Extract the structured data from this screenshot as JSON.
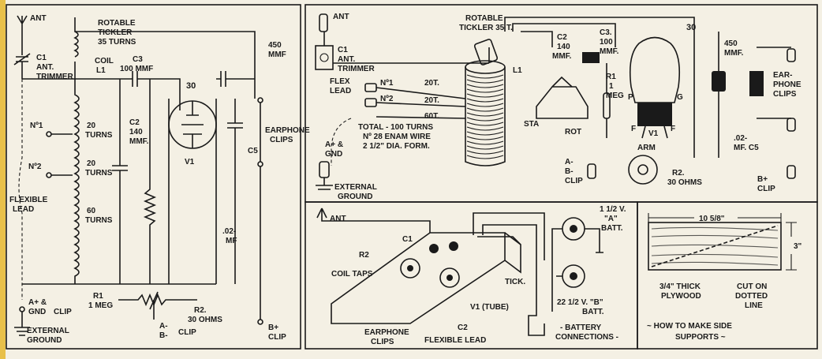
{
  "schematic": {
    "ant": "ANT",
    "tickler": [
      "ROTABLE",
      "TICKLER",
      "35 TURNS"
    ],
    "c1": [
      "C1",
      "ANT.",
      "TRIMMER"
    ],
    "coil": [
      "COIL",
      "L1"
    ],
    "c3": "C3",
    "c3_value": "100 MMF",
    "tube": "30",
    "c450": [
      "450",
      "MMF"
    ],
    "turns20a": [
      "20",
      "TURNS"
    ],
    "no1": "Nº1",
    "turns20b": [
      "20",
      "TURNS"
    ],
    "no2": "Nº2",
    "flexible": [
      "FLEXIBLE",
      "LEAD"
    ],
    "turns60": [
      "60",
      "TURNS"
    ],
    "c2": [
      "C2",
      "140",
      "MMF."
    ],
    "v1": "V1",
    "earphone": [
      "EARPHONE",
      "CLIPS"
    ],
    "c5": "C5",
    "c02": [
      ".02-",
      "MF"
    ],
    "r1": [
      "R1",
      "1 MEG"
    ],
    "r2": [
      "R2.",
      "30 OHMS"
    ],
    "agnd": [
      "A+ &",
      "GND"
    ],
    "clip": "CLIP",
    "external": [
      "EXTERNAL",
      "GROUND"
    ],
    "ab": [
      "A-",
      "B-"
    ],
    "bplus": [
      "B+",
      "CLIP"
    ]
  },
  "pictorial": {
    "ant": "ANT",
    "c1": [
      "C1",
      "ANT.",
      "TRIMMER"
    ],
    "tickler": [
      "ROTABLE",
      "TICKLER 35 T."
    ],
    "c2": [
      "C2",
      "140",
      "MMF."
    ],
    "c3": [
      "C3.",
      "100",
      "MMF."
    ],
    "tube": "30",
    "c450": [
      "450",
      "MMF."
    ],
    "l1": "L1",
    "flex": [
      "FLEX",
      "LEAD"
    ],
    "no1": "Nº1",
    "no2": "Nº2",
    "t20a": "20T.",
    "t20b": "20T.",
    "t60": "60T.",
    "total": [
      "TOTAL - 100 TURNS",
      "Nº 28 ENAM WIRE",
      "2 1/2\" DIA. FORM."
    ],
    "r1": [
      "R1",
      "1",
      "MEG"
    ],
    "p": "P",
    "g": "G",
    "f1": "F",
    "f2": "F",
    "v1": "V1",
    "sta": "STA",
    "rot": "ROT",
    "arm": "ARM",
    "earphone": [
      "EAR-",
      "PHONE",
      "CLIPS"
    ],
    "c5": [
      ".02-",
      "MF. C5"
    ],
    "agnd": [
      "A+ &",
      "GND"
    ],
    "external": [
      "EXTERNAL",
      "GROUND"
    ],
    "abclip": [
      "A-",
      "B-",
      "CLIP"
    ],
    "r2": [
      "R2.",
      "30 OHMS"
    ],
    "bplus": [
      "B+",
      "CLIP"
    ]
  },
  "layout": {
    "ant": "ANT",
    "c1": "C1",
    "r2": "R2",
    "coiltaps": "COIL TAPS",
    "tick": "TICK.",
    "v1tube": "V1 (TUBE)",
    "c2": "C2",
    "earphone": [
      "EARPHONE",
      "CLIPS"
    ],
    "flexlead": "FLEXIBLE LEAD",
    "batt_a": [
      "1 1/2 V.",
      "\"A\"",
      "BATT."
    ],
    "batt_b": [
      "22 1/2 V. \"B\"",
      "BATT."
    ],
    "battery": [
      "- BATTERY",
      "CONNECTIONS -"
    ]
  },
  "supports": {
    "width": "10 5/8\"",
    "height": "3\"",
    "ply": [
      "3/4\" THICK",
      "PLYWOOD"
    ],
    "cut": [
      "CUT ON",
      "DOTTED",
      "LINE"
    ],
    "caption": [
      "~ HOW TO MAKE SIDE",
      "SUPPORTS ~"
    ]
  },
  "colors": {
    "paper": "#f4f0e4",
    "ink": "#1a1a1a",
    "edge": "#e8c04a"
  }
}
